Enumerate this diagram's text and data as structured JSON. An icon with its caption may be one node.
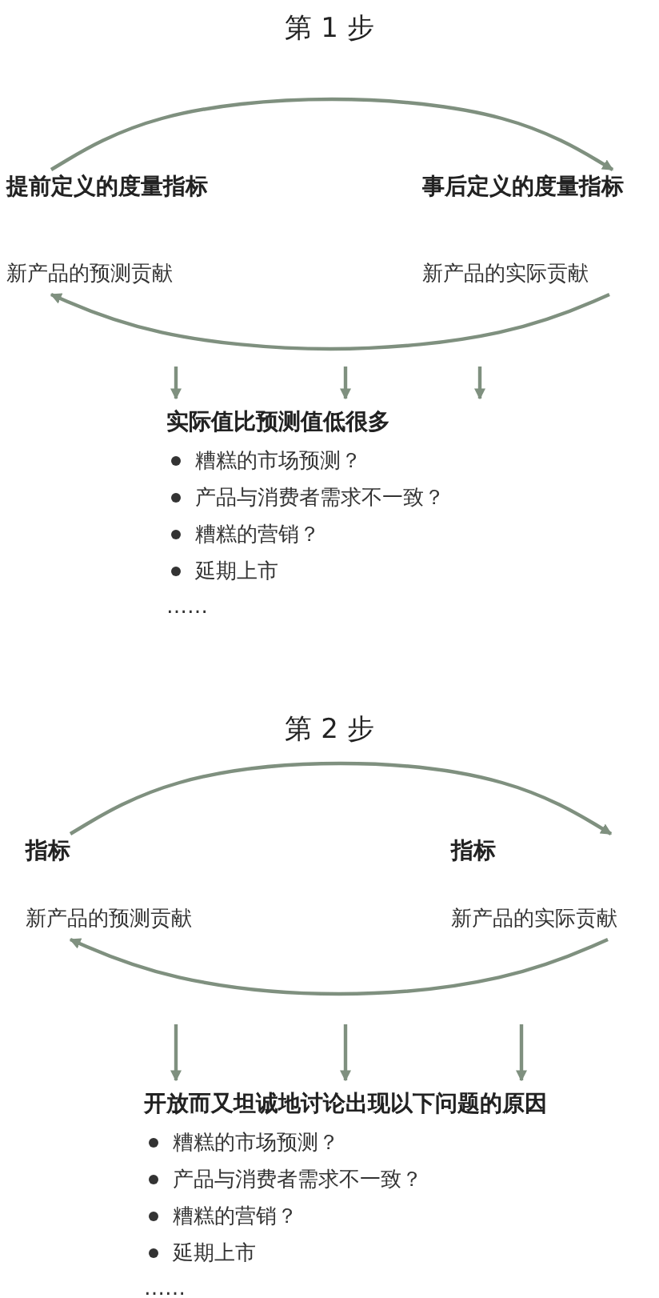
{
  "diagram": {
    "nodes": [
      {
        "text": [
          "提前定义的度量指标",
          "新产品的预测贡献"
        ]
      },
      {
        "text": [
          "事后定义的度量指标",
          "新产品的实际贡献"
        ]
      },
      {
        "text": [
          "实际值比预测值低很多",
          "糟糕的市场预测？",
          "产品与消费者需求不一致？",
          "糟糕的营销？",
          "延期上市",
          "……"
        ]
      },
      {
        "text": [
          "指标",
          "新产品的预测贡献"
        ]
      },
      {
        "text": [
          "指标",
          "新产品的实际贡献"
        ]
      },
      {
        "text": [
          "开放而又坦诚地讨论出现以下问题的原因",
          "糟糕的市场预测？",
          "产品与消费者需求不一致？",
          "糟糕的营销？",
          "延期上市",
          "……"
        ]
      }
    ],
    "edges": [
      {
        "from": 0,
        "to": 1,
        "arrow": "to"
      },
      {
        "from": 1,
        "to": 0,
        "arrow": "to"
      },
      {
        "from": null,
        "to": 2,
        "arrow": "to"
      },
      {
        "from": null,
        "to": 2,
        "arrow": "to"
      },
      {
        "from": null,
        "to": 2,
        "arrow": "to"
      },
      {
        "from": 3,
        "to": 4,
        "arrow": "to"
      },
      {
        "from": 4,
        "to": 3,
        "arrow": "to"
      },
      {
        "from": null,
        "to": 5,
        "arrow": "to"
      },
      {
        "from": null,
        "to": 5,
        "arrow": "to"
      },
      {
        "from": null,
        "to": 5,
        "arrow": "to"
      }
    ],
    "labels": [
      "第 1 步",
      "第 2 步"
    ]
  }
}
